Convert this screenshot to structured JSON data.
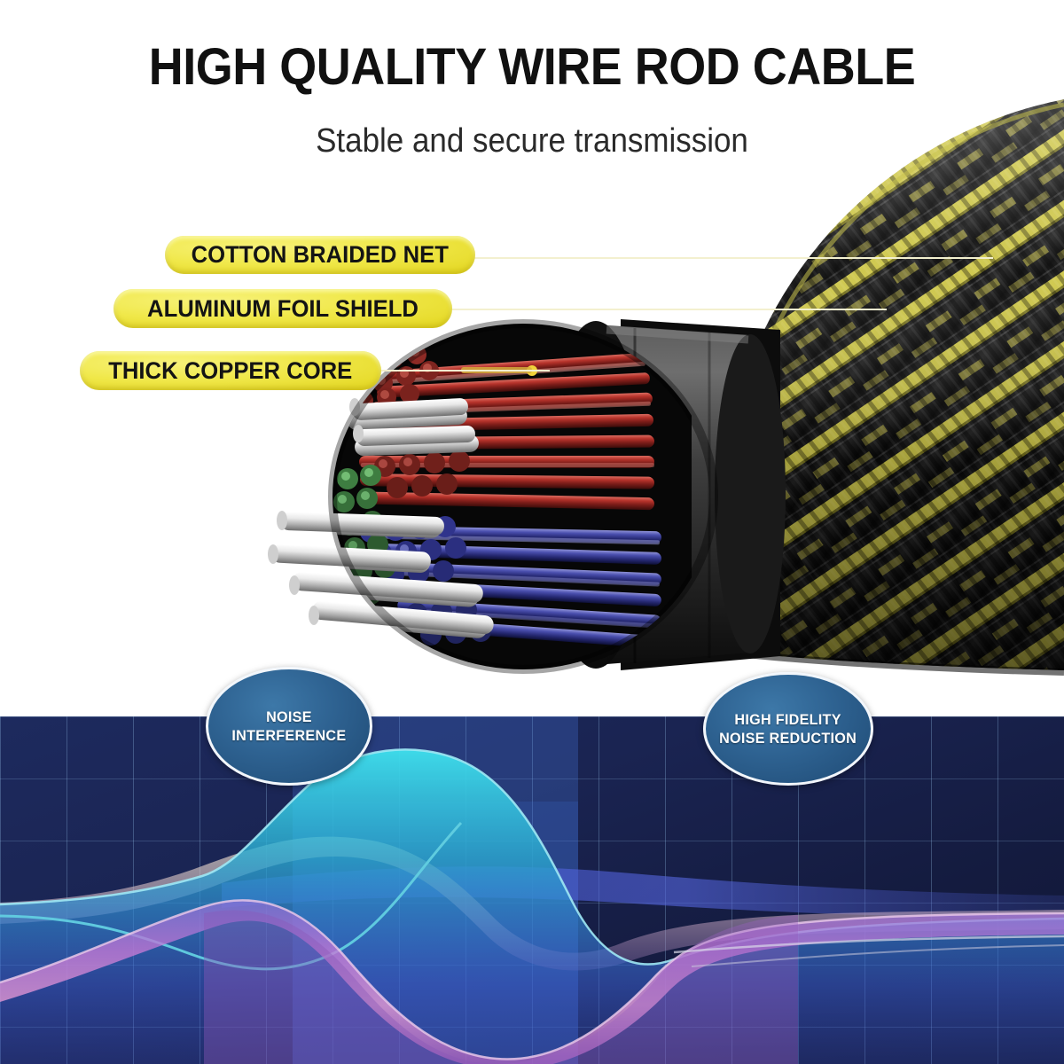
{
  "header": {
    "title": "HIGH QUALITY WIRE ROD CABLE",
    "subtitle": "Stable and secure transmission"
  },
  "callouts": [
    {
      "id": "cotton-braided-net",
      "label": "COTTON BRAIDED NET"
    },
    {
      "id": "aluminum-foil-shield",
      "label": "ALUMINUM FOIL SHIELD"
    },
    {
      "id": "thick-copper-core",
      "label": "THICK COPPER CORE"
    }
  ],
  "badges": [
    {
      "id": "noise-interference",
      "line1": "NOISE",
      "line2": "INTERFERENCE"
    },
    {
      "id": "high-fidelity-noise-red",
      "line1": "HIGH FIDELITY",
      "line2": "NOISE REDUCTION"
    }
  ],
  "colors": {
    "pill_yellow": "#F0E84A",
    "pill_text": "#141414",
    "badge_blue": "#2E6291",
    "badge_border": "#F2F6FB",
    "panel_navy": "#1A2452",
    "grid_line": "#96C3EB",
    "wave_cyan": "#2FD2E0",
    "wave_magenta": "#C66BD2",
    "braid_yellow": "#E3DC55",
    "braid_black": "#141414",
    "copper_red": "#A8302C",
    "wire_blue": "#3A3FA0",
    "wire_green": "#3E7A40",
    "wire_silver": "#E2E2E2",
    "sheath_gray": "#4A4A4A",
    "title_black": "#111111",
    "background_white": "#FFFFFF"
  }
}
